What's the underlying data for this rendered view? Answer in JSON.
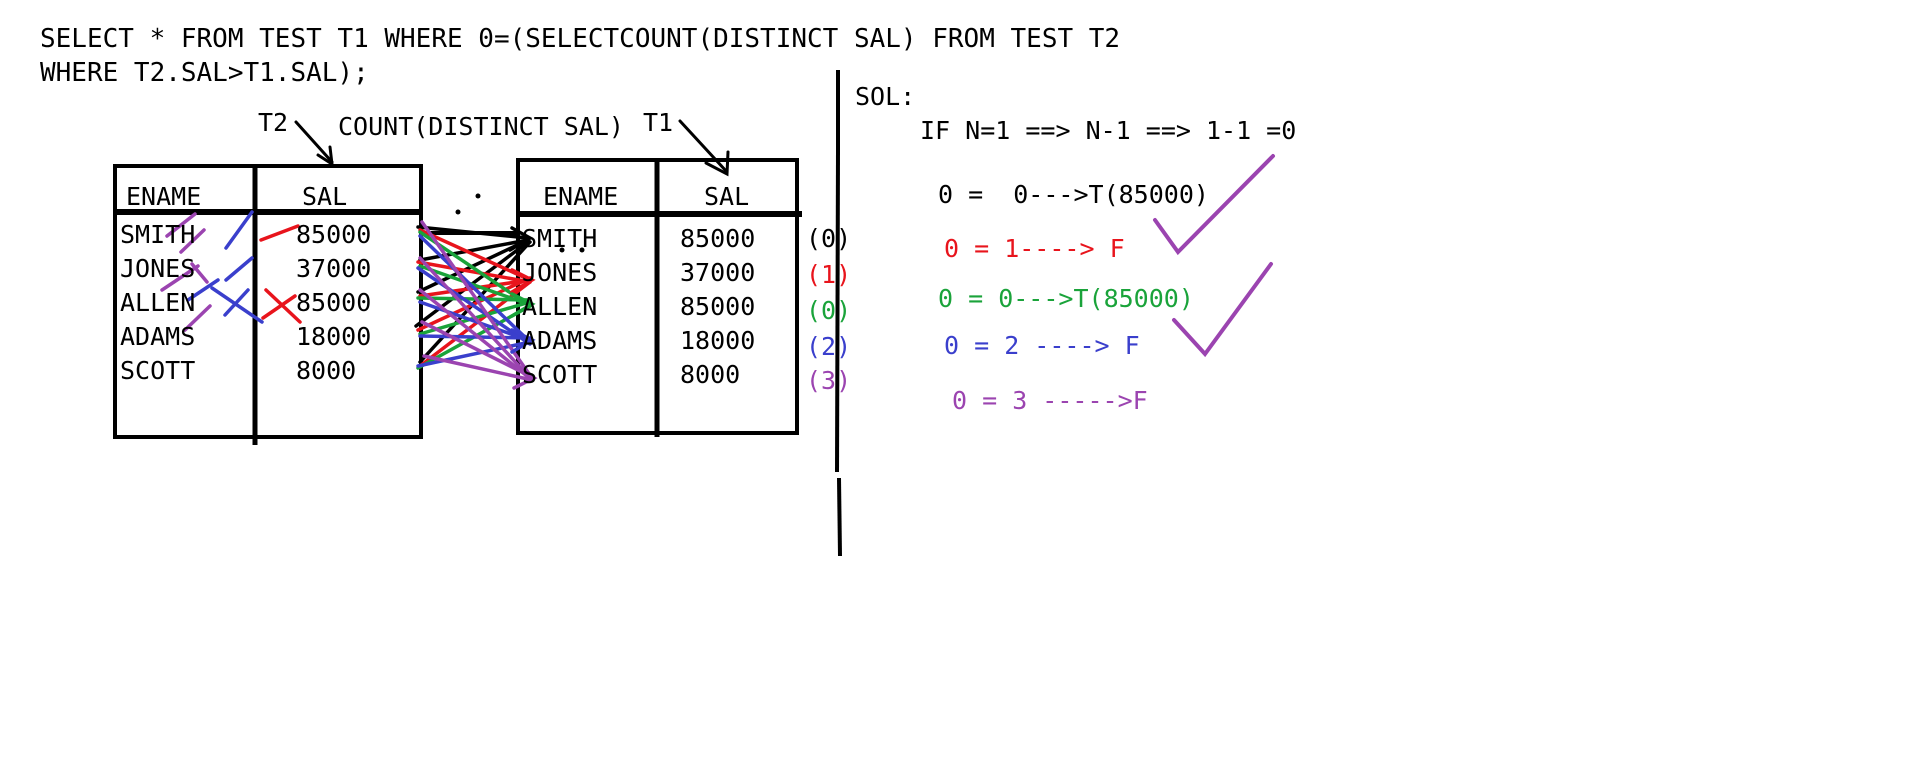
{
  "query": {
    "line1": "SELECT * FROM TEST T1 WHERE 0=(SELECTCOUNT(DISTINCT SAL) FROM TEST T2",
    "line2": "WHERE T2.SAL>T1.SAL);"
  },
  "annotations": {
    "t2_label": "T2",
    "count_label": "COUNT(DISTINCT SAL)",
    "t1_label": "T1"
  },
  "table_t2": {
    "headers": [
      "ENAME",
      "SAL"
    ],
    "rows": [
      {
        "ename": "SMITH",
        "sal": "85000"
      },
      {
        "ename": "JONES",
        "sal": "37000"
      },
      {
        "ename": "ALLEN",
        "sal": "85000"
      },
      {
        "ename": "ADAMS",
        "sal": "18000"
      },
      {
        "ename": "SCOTT",
        "sal": "8000"
      }
    ]
  },
  "table_t1": {
    "headers": [
      "ENAME",
      "SAL"
    ],
    "rows": [
      {
        "ename": "SMITH",
        "sal": "85000",
        "count": "(0)",
        "color": "#000000"
      },
      {
        "ename": "JONES",
        "sal": "37000",
        "count": "(1)",
        "color": "#e8141c"
      },
      {
        "ename": "ALLEN",
        "sal": "85000",
        "count": "(0)",
        "color": "#1aa33a"
      },
      {
        "ename": "ADAMS",
        "sal": "18000",
        "count": "(2)",
        "color": "#3a3fcc"
      },
      {
        "ename": "SCOTT",
        "sal": "8000",
        "count": "(3)",
        "color": "#9b44b0"
      }
    ]
  },
  "solution": {
    "heading": "SOL:",
    "rule": "IF N=1 ==> N-1 ==> 1-1 =0",
    "lines": [
      {
        "text": "0 =  0--->T(85000)",
        "color": "#000000"
      },
      {
        "text": "0 = 1----> F",
        "color": "#e8141c"
      },
      {
        "text": "0 = 0--->T(85000)",
        "color": "#1aa33a"
      },
      {
        "text": "0 = 2 ----> F",
        "color": "#3a3fcc"
      },
      {
        "text": "0 = 3 ----->F",
        "color": "#9b44b0"
      }
    ]
  },
  "colors": {
    "black": "#000000",
    "red": "#e8141c",
    "green": "#1aa33a",
    "blue": "#3a3fcc",
    "purple": "#9b44b0"
  }
}
